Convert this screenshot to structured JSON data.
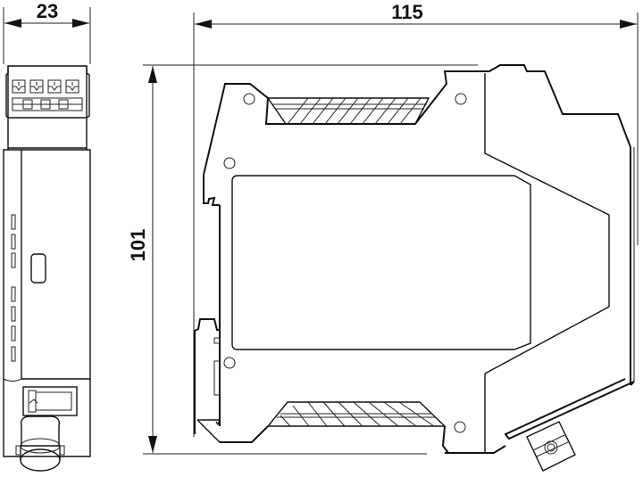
{
  "drawing": {
    "type": "technical-dimension-drawing",
    "units": "mm",
    "dimensions": {
      "width": {
        "label": "23",
        "value": 23
      },
      "depth": {
        "label": "115",
        "value": 115
      },
      "height": {
        "label": "101",
        "value": 101
      }
    },
    "views": [
      {
        "name": "front-view",
        "description": "Narrow front face with 4-pole terminal block, LED indicators and connector"
      },
      {
        "name": "side-view",
        "description": "Side profile of DIN-rail module housing with hatched terminal sections and mounting foot"
      }
    ],
    "colors": {
      "line": "#111111",
      "background": "#ffffff"
    }
  }
}
